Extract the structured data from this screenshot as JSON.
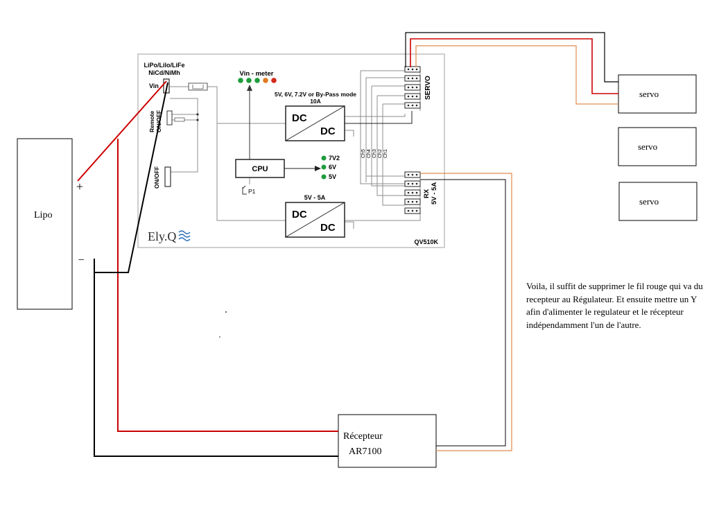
{
  "board": {
    "battery_types_line1": "LiPo/Lilo/LiFe",
    "battery_types_line2": "NiCd/NiMh",
    "vin_label": "Vin",
    "remote_label_1": "Remote",
    "remote_label_2": "ON/OFF",
    "onoff_label": "ON/OFF",
    "vin_meter_label": "Vin - meter",
    "vin_meter_led_colors": [
      "#1f9c3c",
      "#1f9c3c",
      "#1f9c3c",
      "#e07a1f",
      "#d22b1b"
    ],
    "servo_mode_label_1": "5V, 6V, 7.2V or By-Pass mode",
    "servo_mode_label_2": "10A",
    "dc_top_in": "DC",
    "dc_top_out": "DC",
    "dc_bottom_in": "DC",
    "dc_bottom_out": "DC",
    "rx_regulator_label": "5V - 5A",
    "cpu_label": "CPU",
    "voltage_options": [
      "7V2",
      "6V",
      "5V"
    ],
    "p1_label": "P1",
    "channel_labels": [
      "Ch5",
      "Ch4",
      "Ch3",
      "Ch2",
      "Ch1"
    ],
    "servo_port_label": "SERVO",
    "rx_port_label_1": "RX",
    "rx_port_label_2": "5V - 5A",
    "brand_label": "Ely.Q",
    "model_label": "QV510K"
  },
  "battery": {
    "name": "Lipo",
    "plus_sign": "+",
    "minus_sign": "−"
  },
  "servos": [
    "servo",
    "servo",
    "servo"
  ],
  "receiver": {
    "line1": "Récepteur",
    "line2": "AR7100"
  },
  "note": "Voila, il suffit de supprimer le fil rouge qui va du recepteur au Régulateur. Et ensuite mettre un Y afin d'alimenter le regulateur et le récepteur indépendamment l'un de l'autre.",
  "wire_colors": {
    "positive": "#cc0000",
    "negative": "#000000",
    "signal": "#e08a4a"
  }
}
